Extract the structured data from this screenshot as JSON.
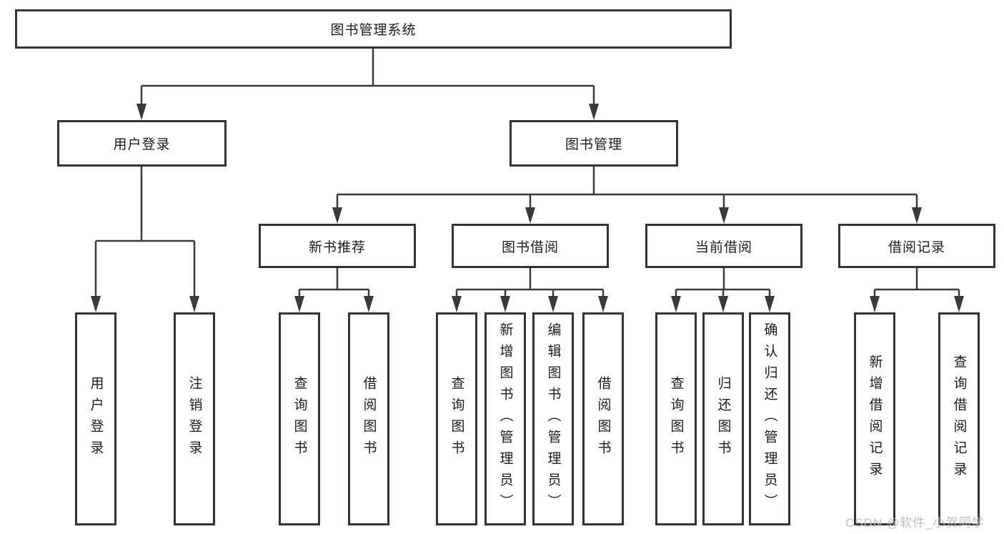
{
  "tree": {
    "label": "图书管理系统",
    "children": [
      {
        "label": "用户登录",
        "children": [
          {
            "label": "用户登录"
          },
          {
            "label": "注销登录"
          }
        ]
      },
      {
        "label": "图书管理",
        "children": [
          {
            "label": "新书推荐",
            "children": [
              {
                "label": "查询图书"
              },
              {
                "label": "借阅图书"
              }
            ]
          },
          {
            "label": "图书借阅",
            "children": [
              {
                "label": "查询图书"
              },
              {
                "label": "新增图书（管理员）"
              },
              {
                "label": "编辑图书（管理员）"
              },
              {
                "label": "借阅图书"
              }
            ]
          },
          {
            "label": "当前借阅",
            "children": [
              {
                "label": "查询图书"
              },
              {
                "label": "归还图书"
              },
              {
                "label": "确认归还（管理员）"
              }
            ]
          },
          {
            "label": "借阅记录",
            "children": [
              {
                "label": "新增借阅记录"
              },
              {
                "label": "查询借阅记录"
              }
            ]
          }
        ]
      }
    ]
  },
  "watermark": {
    "text": "CSDN @软件_小贺同学"
  },
  "colors": {
    "line": "#3a3a3a",
    "border": "#333333",
    "text": "#1c1c1c",
    "watermark": "#b9b9b9",
    "background": "#ffffff"
  }
}
